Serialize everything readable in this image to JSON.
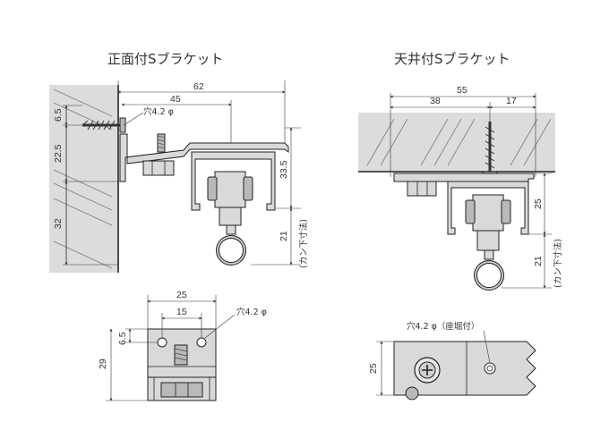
{
  "wall_bracket": {
    "title": "正面付Sブラケット",
    "dims": {
      "width_total": "62",
      "width_rail": "45",
      "top_offset": "6.5",
      "upper": "22.5",
      "lower": "32",
      "bracket_height": "33.5",
      "hook_drop": "21"
    },
    "hole_note": "穴4.2 φ",
    "curtain_note": "(カン下寸法)"
  },
  "ceiling_bracket": {
    "title": "天井付Sブラケット",
    "dims": {
      "width_total": "55",
      "width_left": "38",
      "width_right": "17",
      "bracket_height": "25",
      "hook_drop": "21"
    },
    "curtain_note": "(カン下寸法)"
  },
  "wall_bracket_front": {
    "dims": {
      "width_outer": "25",
      "width_inner": "15",
      "hole_offset": "6.5",
      "height": "29"
    },
    "hole_note": "穴4.2 φ"
  },
  "ceiling_bracket_top": {
    "dims": {
      "height": "25"
    },
    "hole_note": "穴4.2 φ（座堀付）"
  },
  "colors": {
    "line": "#222222",
    "part": "#d9d9d9",
    "wall": "#dcdcdc"
  }
}
